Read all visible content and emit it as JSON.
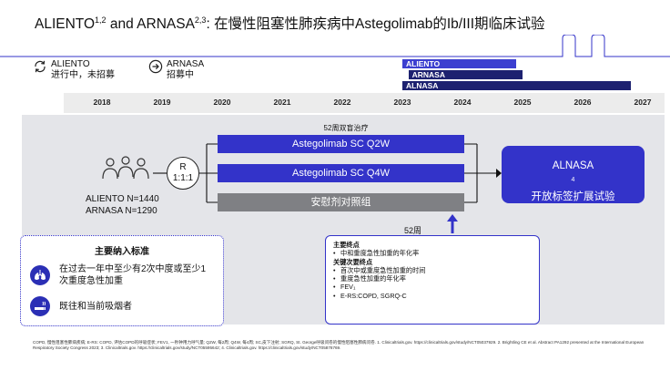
{
  "title": {
    "prefix": "ALIENTO",
    "prefix_sup": "1,2",
    "mid": " and ARNASA",
    "mid_sup": "2,3",
    "suffix": ": 在慢性阻塞性肺疾病中Astegolimab的Ib/III期临床试验"
  },
  "legend": [
    {
      "name": "ALIENTO",
      "status": "进行中，未招募",
      "icon": "refresh-icon"
    },
    {
      "name": "ARNASA",
      "status": "招募中",
      "icon": "arrow-circle-icon"
    }
  ],
  "timeline": {
    "years": [
      "2018",
      "2019",
      "2020",
      "2021",
      "2022",
      "2023",
      "2024",
      "2025",
      "2026",
      "2027"
    ],
    "bars": [
      {
        "label": "ALIENTO",
        "start": 2023.0,
        "end": 2024.9,
        "color": "#3c3fd0"
      },
      {
        "label": "ARNASA",
        "start": 2023.1,
        "end": 2025.0,
        "color": "#1d2170"
      },
      {
        "label": "ALNASA",
        "start": 2023.0,
        "end": 2026.8,
        "color": "#1d2170"
      }
    ]
  },
  "design": {
    "counts": [
      "ALIENTO N=1440",
      "ARNASA N=1290"
    ],
    "randomization": [
      "R",
      "1:1:1"
    ],
    "treatment_label": "52周双盲治疗",
    "arms": [
      {
        "label": "Astegolimab SC Q2W",
        "style": "blue"
      },
      {
        "label": "Astegolimab SC Q4W",
        "style": "blue"
      },
      {
        "label": "安慰剂对照组",
        "style": "grey"
      }
    ],
    "extension": {
      "name": "ALNASA",
      "sup": "4",
      "desc": "开放标签扩展试验"
    },
    "week_marker": "52周"
  },
  "inclusion": {
    "heading": "主要纳入标准",
    "items": [
      {
        "text": "在过去一年中至少有2次中度或至少1次重度急性加重",
        "icon": "lungs-icon"
      },
      {
        "text": "既往和当前吸烟者",
        "icon": "cigarette-icon"
      }
    ]
  },
  "endpoints": {
    "primary_heading": "主要终点",
    "primary": [
      "中和重度急性加重的年化率"
    ],
    "secondary_heading": "关键次要终点",
    "secondary": [
      "首次中或重度急性加重的时间",
      "重度急性加重的年化率",
      "FEV₁",
      "E-RS:COPD, SGRQ-C"
    ]
  },
  "footnote": "COPD, 慢性阻塞性肺病疾病; E-RS: COPD, 评估COPD的呼吸症状; FEV1, 一秒钟用力呼气量; Q2W, 每2周; Q4W, 每4周; SC,皮下注射; SGRQ, St. George呼吸问卷的慢性阻塞性肺病问卷. 1. Clinicaltrials.gov. https://clinicaltrials.gov/study/NCT05037929. 2. Brightling CE et al. Abstract PA1292 presented at the International European Respiratory Society Congress 2023; 3. Clinicaltrials.gov. https://clinicaltrials.gov/study/NCT05595642; 4. Clinicaltrials.gov. https://clinicaltrials.gov/study/NCT05878769."
}
